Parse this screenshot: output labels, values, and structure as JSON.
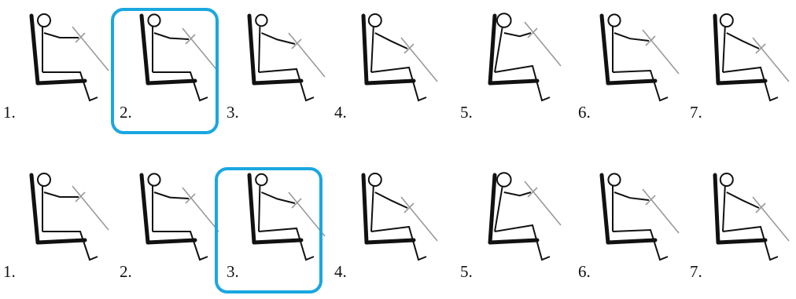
{
  "rows": [
    {
      "items": [
        {
          "label": "1.",
          "variant": 1
        },
        {
          "label": "2.",
          "variant": 2
        },
        {
          "label": "3.",
          "variant": 3
        },
        {
          "label": "4.",
          "variant": 4
        },
        {
          "label": "5.",
          "variant": 5
        },
        {
          "label": "6.",
          "variant": 6
        },
        {
          "label": "7.",
          "variant": 7
        }
      ],
      "selected_index": 1
    },
    {
      "items": [
        {
          "label": "1.",
          "variant": 1
        },
        {
          "label": "2.",
          "variant": 2
        },
        {
          "label": "3.",
          "variant": 3
        },
        {
          "label": "4.",
          "variant": 4
        },
        {
          "label": "5.",
          "variant": 5
        },
        {
          "label": "6.",
          "variant": 6
        },
        {
          "label": "7.",
          "variant": 7
        }
      ],
      "selected_index": 2
    }
  ],
  "colors": {
    "highlight": "#1aa7e0",
    "figure": "#111111",
    "steering": "#9a9a9a"
  },
  "icons": {
    "posture": "seated-driver-stick-figure-icon",
    "selection": "rounded-selection-box"
  }
}
